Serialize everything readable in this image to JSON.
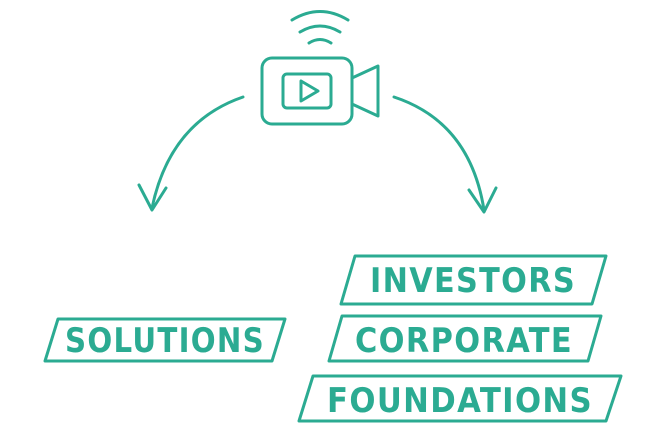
{
  "colors": {
    "accent": "#2bab92",
    "background": "#ffffff"
  },
  "icon": "video-camera-broadcast-icon",
  "labels": {
    "solutions": "SOLUTIONS",
    "investors": "INVESTORS",
    "corporate": "CORPORATE",
    "foundations": "FOUNDATIONS"
  }
}
